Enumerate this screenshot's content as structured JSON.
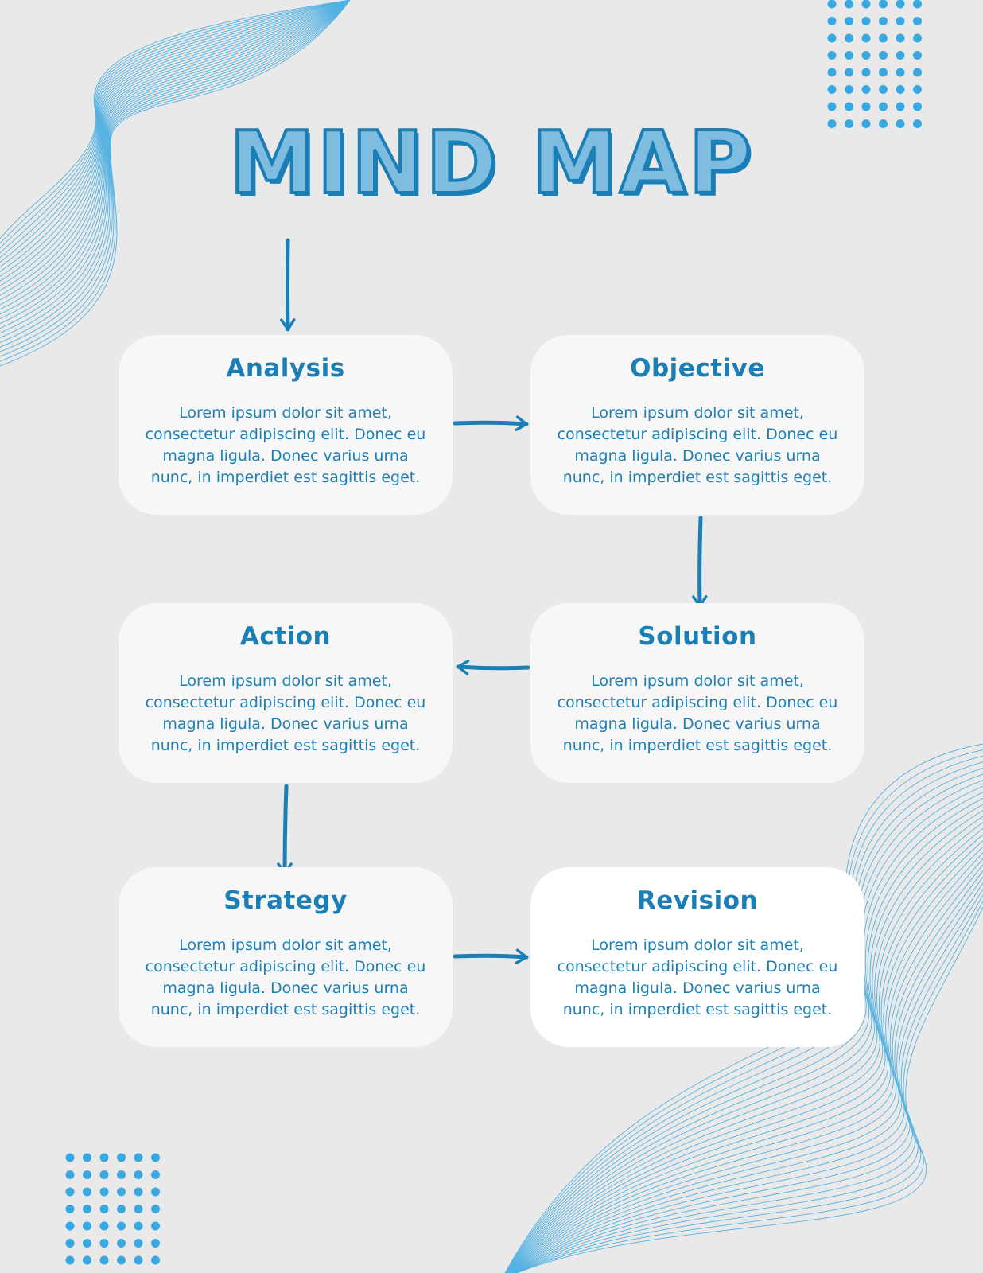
{
  "title": "MIND MAP",
  "colors": {
    "background": "#e9e9e9",
    "card": "#f7f7f7",
    "accent": "#1a7fb6",
    "title_fill": "#7fbde0",
    "decoration": "#3aa8e0"
  },
  "nodes": [
    {
      "title": "Analysis",
      "text": "Lorem ipsum dolor sit amet, consectetur adipiscing elit. Donec eu magna ligula. Donec varius urna nunc, in imperdiet est sagittis eget."
    },
    {
      "title": "Objective",
      "text": "Lorem ipsum dolor sit amet, consectetur adipiscing elit. Donec eu magna ligula. Donec varius urna nunc, in imperdiet est sagittis eget."
    },
    {
      "title": "Action",
      "text": "Lorem ipsum dolor sit amet, consectetur adipiscing elit. Donec eu magna ligula. Donec varius urna nunc, in imperdiet est sagittis eget."
    },
    {
      "title": "Solution",
      "text": "Lorem ipsum dolor sit amet, consectetur adipiscing elit. Donec eu magna ligula. Donec varius urna nunc, in imperdiet est sagittis eget."
    },
    {
      "title": "Strategy",
      "text": "Lorem ipsum dolor sit amet, consectetur adipiscing elit. Donec eu magna ligula. Donec varius urna nunc, in imperdiet est sagittis eget."
    },
    {
      "title": "Revision",
      "text": "Lorem ipsum dolor sit amet, consectetur adipiscing elit. Donec eu magna ligula. Donec varius urna nunc, in imperdiet est sagittis eget."
    }
  ],
  "flow": [
    {
      "from": "title",
      "to": "Analysis"
    },
    {
      "from": "Analysis",
      "to": "Objective"
    },
    {
      "from": "Objective",
      "to": "Solution"
    },
    {
      "from": "Solution",
      "to": "Action"
    },
    {
      "from": "Action",
      "to": "Strategy"
    },
    {
      "from": "Strategy",
      "to": "Revision"
    }
  ]
}
